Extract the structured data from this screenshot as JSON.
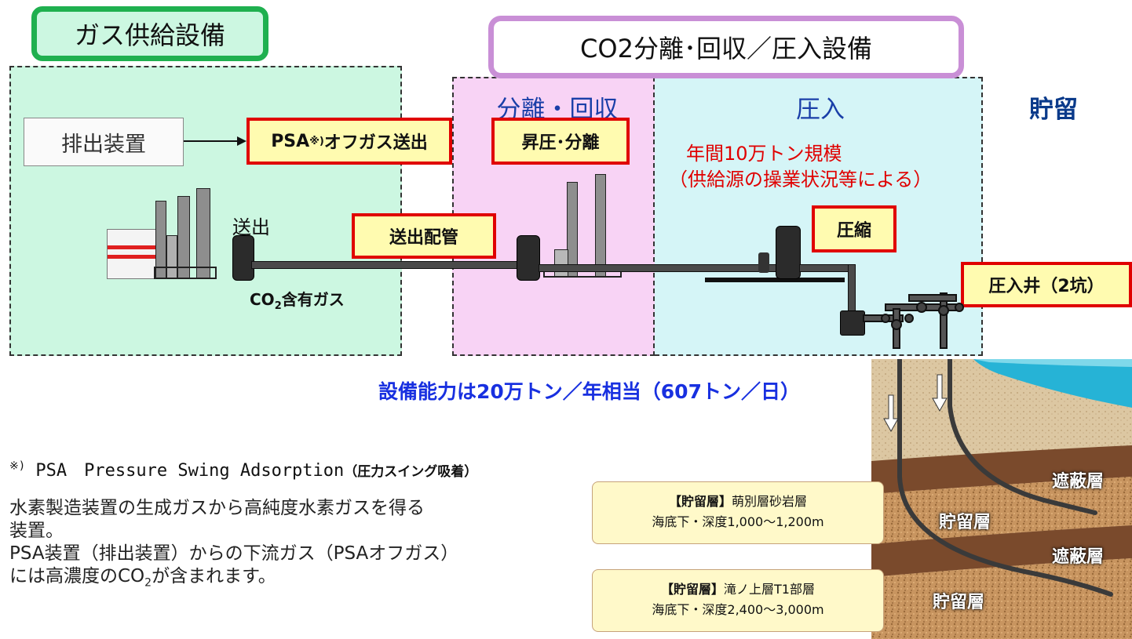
{
  "sections": {
    "gas_supply": "ガス供給設備",
    "co2_facility": "CO2分離･回収／圧入設備",
    "separation": "分離・回収",
    "injection": "圧入",
    "storage": "貯留"
  },
  "equipment": {
    "exhaust": "排出装置",
    "psa_main": "PSA",
    "psa_sup": "※)",
    "psa_tail": "オフガス送出",
    "pressurize_separate": "昇圧･分離",
    "send_out": "送出",
    "pipeline": "送出配管",
    "co2_gas_pre": "CO",
    "co2_gas_sub": "2",
    "co2_gas_post": "含有ガス",
    "compression": "圧縮",
    "injection_well": "圧入井（2坑）"
  },
  "annual": {
    "line1": "年間10万トン規模",
    "line2": "（供給源の操業状況等による）"
  },
  "capacity": "設備能力は20万トン／年相当（607トン／日）",
  "footnote": {
    "title_mark": "※)",
    "title_main": " PSA　Pressure Swing Adsorption",
    "title_paren": "（圧力スイング吸着）",
    "line1": "水素製造装置の生成ガスから高純度水素ガスを得る",
    "line2": "装置。",
    "line3": "PSA装置（排出装置）からの下流ガス（PSAオフガス）",
    "line4_pre": "には高濃度のCO",
    "line4_sub": "2",
    "line4_post": "が含まれます。"
  },
  "reservoirs": [
    {
      "tag": "【貯留層】",
      "name": "萌別層砂岩層",
      "depth": "海底下・深度1,000～1,200m"
    },
    {
      "tag": "【貯留層】",
      "name": "滝ノ上層T1部層",
      "depth": "海底下・深度2,400～3,000m"
    }
  ],
  "layers": {
    "seal1": "遮蔽層",
    "res1": "貯留層",
    "seal2": "遮蔽層",
    "res2": "貯留層"
  },
  "colors": {
    "gas_zone": "#ccf7e1",
    "separation_zone": "#f8d3f5",
    "injection_zone": "#d5f5f7",
    "green_border": "#1fb04f",
    "purple_border": "#c98fd6",
    "red": "#e00000",
    "blue": "#1830e0",
    "storage_blue": "#0a3a8a"
  }
}
